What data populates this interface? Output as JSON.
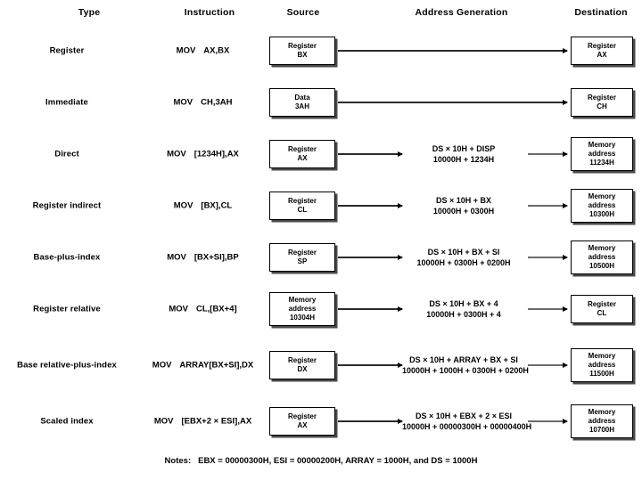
{
  "headers": {
    "type": "Type",
    "instruction": "Instruction",
    "source": "Source",
    "address_generation": "Address Generation",
    "destination": "Destination"
  },
  "notes": {
    "label": "Notes:",
    "text": "EBX = 00000300H, ESI = 00000200H, ARRAY = 1000H, and DS = 1000H"
  },
  "rows": [
    {
      "type": "Register",
      "mnemonic": "MOV",
      "operands": "AX,BX",
      "source": {
        "line1": "Register",
        "line2": "BX"
      },
      "addr_line1": "",
      "addr_line2": "",
      "destination": {
        "line1": "Register",
        "line2": "AX"
      },
      "direct_arrow": true
    },
    {
      "type": "Immediate",
      "mnemonic": "MOV",
      "operands": "CH,3AH",
      "source": {
        "line1": "Data",
        "line2": "3AH"
      },
      "addr_line1": "",
      "addr_line2": "",
      "destination": {
        "line1": "Register",
        "line2": "CH"
      },
      "direct_arrow": true
    },
    {
      "type": "Direct",
      "mnemonic": "MOV",
      "operands": "[1234H],AX",
      "source": {
        "line1": "Register",
        "line2": "AX"
      },
      "addr_line1": "DS × 10H + DISP",
      "addr_line2": "10000H + 1234H",
      "destination": {
        "line1": "Memory",
        "line2": "address",
        "line3": "11234H"
      },
      "direct_arrow": false
    },
    {
      "type": "Register indirect",
      "mnemonic": "MOV",
      "operands": "[BX],CL",
      "source": {
        "line1": "Register",
        "line2": "CL"
      },
      "addr_line1": "DS × 10H + BX",
      "addr_line2": "10000H + 0300H",
      "destination": {
        "line1": "Memory",
        "line2": "address",
        "line3": "10300H"
      },
      "direct_arrow": false
    },
    {
      "type": "Base-plus-index",
      "mnemonic": "MOV",
      "operands": "[BX+SI],BP",
      "source": {
        "line1": "Register",
        "line2": "SP"
      },
      "addr_line1": "DS × 10H + BX + SI",
      "addr_line2": "10000H + 0300H + 0200H",
      "destination": {
        "line1": "Memory",
        "line2": "address",
        "line3": "10500H"
      },
      "direct_arrow": false
    },
    {
      "type": "Register relative",
      "mnemonic": "MOV",
      "operands": "CL,[BX+4]",
      "source": {
        "line1": "Memory",
        "line2": "address",
        "line3": "10304H"
      },
      "addr_line1": "DS × 10H + BX + 4",
      "addr_line2": "10000H + 0300H + 4",
      "destination": {
        "line1": "Register",
        "line2": "CL"
      },
      "direct_arrow": false
    },
    {
      "type": "Base relative-plus-index",
      "mnemonic": "MOV",
      "operands": "ARRAY[BX+SI],DX",
      "source": {
        "line1": "Register",
        "line2": "DX"
      },
      "addr_line1": "DS × 10H + ARRAY + BX + SI",
      "addr_line2": "10000H + 1000H + 0300H + 0200H",
      "destination": {
        "line1": "Memory",
        "line2": "address",
        "line3": "11500H"
      },
      "direct_arrow": false
    },
    {
      "type": "Scaled index",
      "mnemonic": "MOV",
      "operands": "[EBX+2 × ESI],AX",
      "source": {
        "line1": "Register",
        "line2": "AX"
      },
      "addr_line1": "DS × 10H + EBX + 2 × ESI",
      "addr_line2": "10000H + 00000300H + 00000400H",
      "destination": {
        "line1": "Memory",
        "line2": "address",
        "line3": "10700H"
      },
      "direct_arrow": false
    }
  ]
}
